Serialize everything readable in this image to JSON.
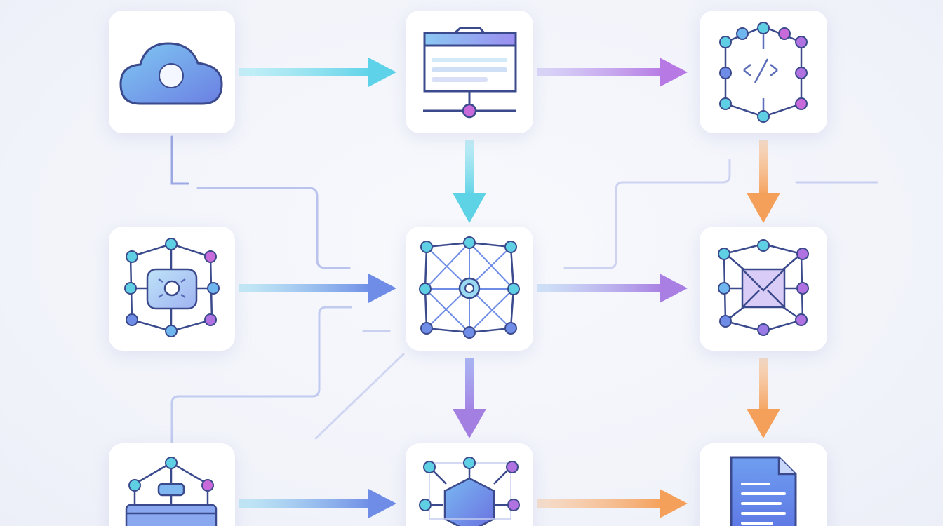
{
  "diagram": {
    "nodes": [
      {
        "id": "cloud-node",
        "icon": "cloud-icon"
      },
      {
        "id": "web-server-node",
        "icon": "browser-server-icon"
      },
      {
        "id": "code-network-node",
        "icon": "code-network-icon"
      },
      {
        "id": "processor-network-node",
        "icon": "chip-network-icon"
      },
      {
        "id": "central-mesh-node",
        "icon": "mesh-network-icon"
      },
      {
        "id": "mail-network-node",
        "icon": "envelope-network-icon"
      },
      {
        "id": "hierarchy-node",
        "icon": "org-hierarchy-icon"
      },
      {
        "id": "hexagon-hub-node",
        "icon": "hexagon-hub-icon"
      },
      {
        "id": "document-node",
        "icon": "document-icon"
      }
    ],
    "edges": [
      {
        "from": "cloud-node",
        "to": "web-server-node",
        "color": "#5ed2e8"
      },
      {
        "from": "web-server-node",
        "to": "code-network-node",
        "color": "#b77ae4"
      },
      {
        "from": "web-server-node",
        "to": "central-mesh-node",
        "color": "#5fd3e6"
      },
      {
        "from": "code-network-node",
        "to": "mail-network-node",
        "color": "#f5a05a"
      },
      {
        "from": "processor-network-node",
        "to": "central-mesh-node",
        "color": "#6f8de6"
      },
      {
        "from": "central-mesh-node",
        "to": "mail-network-node",
        "color": "#a97fe3"
      },
      {
        "from": "central-mesh-node",
        "to": "hexagon-hub-node",
        "color": "#a47fe2"
      },
      {
        "from": "mail-network-node",
        "to": "document-node",
        "color": "#f5a05a"
      },
      {
        "from": "hierarchy-node",
        "to": "hexagon-hub-node",
        "color": "#6f8de6"
      },
      {
        "from": "hexagon-hub-node",
        "to": "document-node",
        "color": "#f5a05a"
      }
    ],
    "colors": {
      "blue": "#5a83e6",
      "cyan": "#5ed2e8",
      "purple": "#a97fe3",
      "orange": "#f5a05a",
      "card": "#ffffff",
      "outline": "#3b4a8c"
    }
  }
}
